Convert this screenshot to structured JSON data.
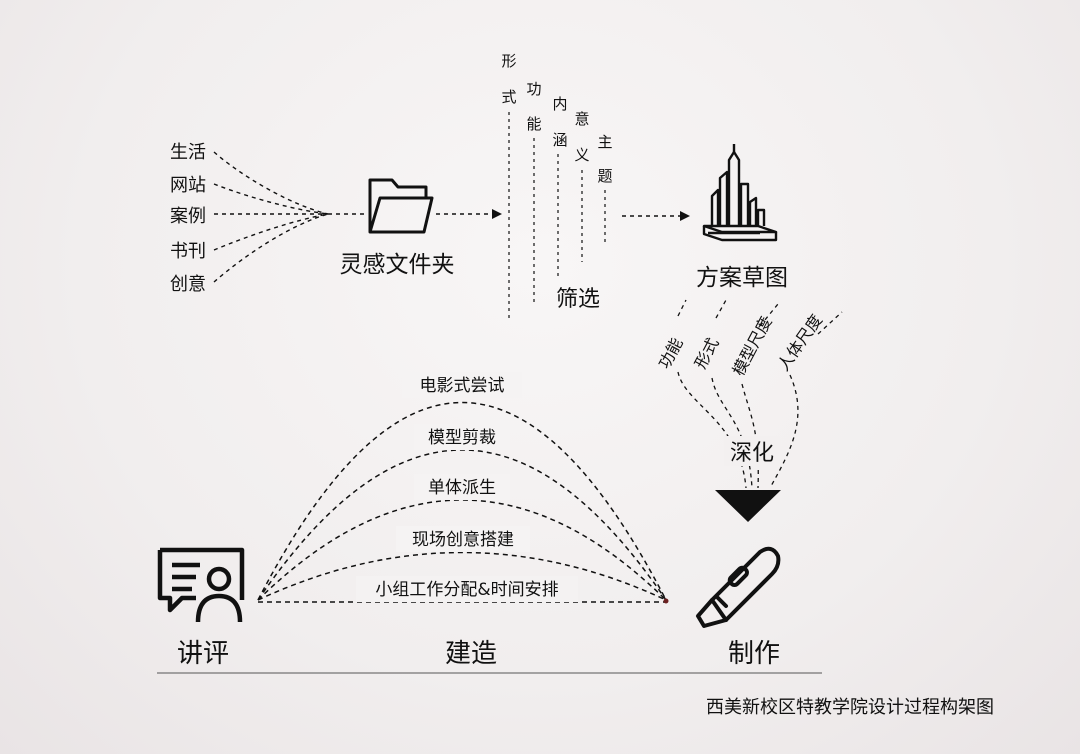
{
  "sources": [
    "生活",
    "网站",
    "案例",
    "书刊",
    "创意"
  ],
  "folder_label": "灵感文件夹",
  "filter": {
    "criteria": [
      "形式",
      "功能",
      "内涵",
      "意义",
      "主题"
    ],
    "label": "筛选"
  },
  "sketch_label": "方案草图",
  "deepen": {
    "criteria": [
      "功能",
      "形式",
      "模型尺度",
      "人体尺度"
    ],
    "label": "深化"
  },
  "stages": {
    "review": "讲评",
    "build": "建造",
    "make": "制作"
  },
  "arcs": [
    "电影式尝试",
    "模型剪裁",
    "单体派生",
    "现场创意搭建",
    "小组工作分配&时间安排"
  ],
  "caption": "西美新校区特教学院设计过程构架图",
  "icons": {
    "folder": "folder-icon",
    "city": "city-skyline-book-icon",
    "review": "presentation-screen-icon",
    "make": "utility-knife-icon",
    "funnel": "funnel-triangle-icon"
  }
}
